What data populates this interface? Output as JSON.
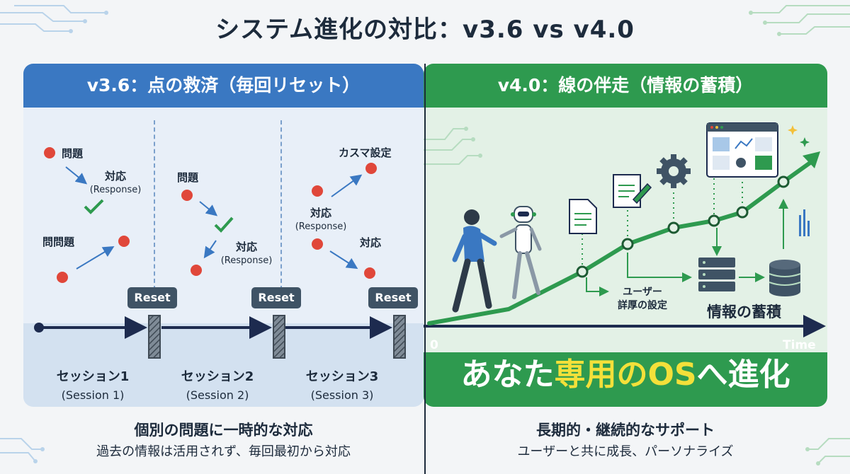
{
  "title": "システム進化の対比：v3.6 vs v4.0",
  "left": {
    "header": "v3.6：点の救済（毎回リセット）",
    "labels": {
      "mondai1": "問題",
      "taiou1": "対応",
      "taiou1_sub": "(Response)",
      "monmondai": "問問題",
      "mondai2": "問題",
      "taiou2": "対応",
      "taiou2_sub": "(Response)",
      "kasuma": "カスマ設定",
      "taiou3": "対応",
      "taiou3_sub": "(Response)",
      "taiou4": "対応"
    },
    "reset_label": "Reset",
    "sessions": [
      {
        "name": "セッション1",
        "sub": "(Session 1)"
      },
      {
        "name": "セッション2",
        "sub": "(Session 2)"
      },
      {
        "name": "セッション3",
        "sub": "(Session 3)"
      }
    ],
    "bottom_title": "個別の問題に一時的な対応",
    "bottom_sub": "過去の情報は活用されず、毎回最初から対応"
  },
  "right": {
    "header": "v4.0：線の伴走（情報の蓄積）",
    "user_setting": "ユーザー\n詳厚の設定",
    "accumulation": "情報の蓄積",
    "axis_zero": "0",
    "axis_time": "Time",
    "banner_a": "あなた",
    "banner_b": "専用のOS",
    "banner_c": "へ進化",
    "bottom_title": "長期的・継続的なサポート",
    "bottom_sub": "ユーザーと共に成長、パーソナライズ"
  },
  "colors": {
    "blue": "#3a78c2",
    "green": "#2e9a4f",
    "red_dot": "#e0473a",
    "highlight": "#f3e03a"
  }
}
